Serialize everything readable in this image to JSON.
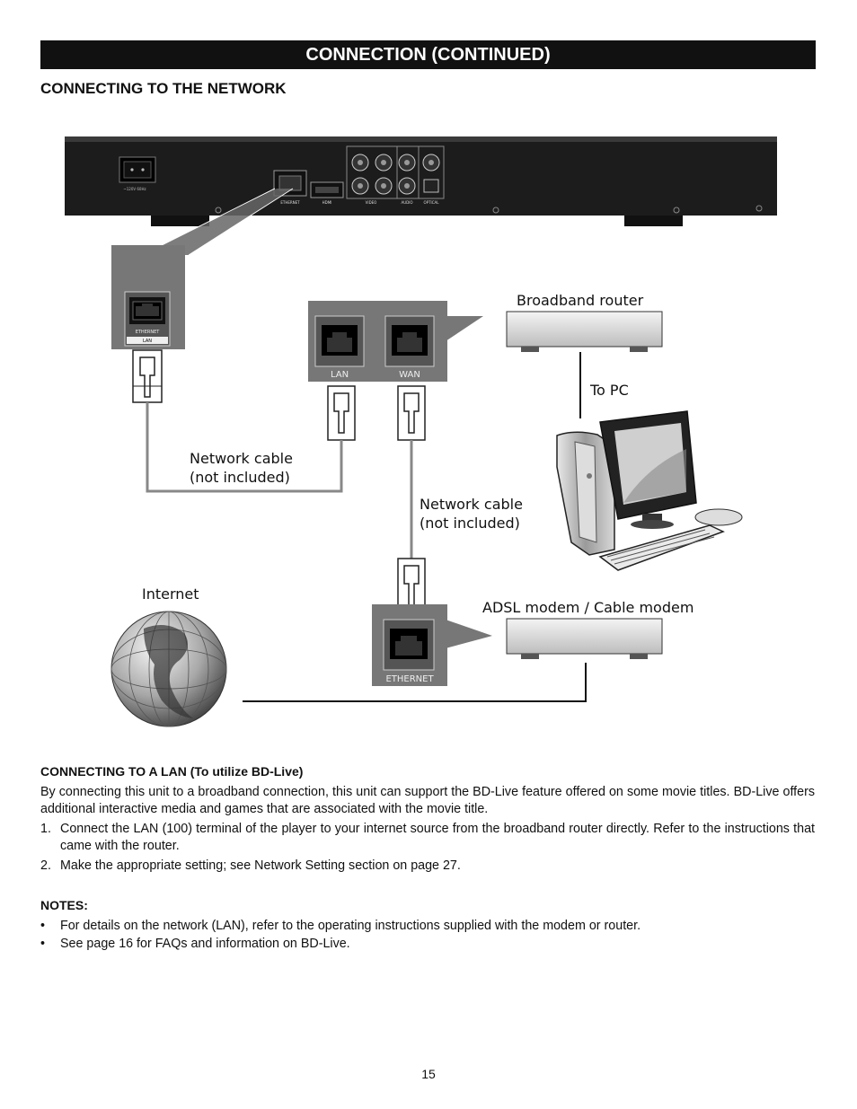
{
  "header": {
    "title": "CONNECTION (CONTINUED)"
  },
  "section": {
    "title": "CONNECTING TO THE NETWORK"
  },
  "diagram": {
    "player_ports": {
      "ethernet": "ETHERNET",
      "hdmi": "HDMI",
      "video": "VIDEO",
      "audio": "AUDIO",
      "optical": "OPTICAL",
      "power": "~120V 60Hz"
    },
    "player_zoom": {
      "port_label": "ETHERNET",
      "sub_label": "LAN"
    },
    "router_ports": {
      "lan": "LAN",
      "wan": "WAN"
    },
    "broadband_router": "Broadband router",
    "to_pc": "To PC",
    "network_cable_1": {
      "line1": "Network cable",
      "line2": "(not included)"
    },
    "network_cable_2": {
      "line1": "Network cable",
      "line2": "(not included)"
    },
    "internet": "Internet",
    "modem": "ADSL modem / Cable modem",
    "modem_port": "ETHERNET"
  },
  "content": {
    "subheading": "CONNECTING TO A LAN (To utilize BD-Live)",
    "intro": "By connecting this unit to a broadband connection, this unit can support the BD-Live feature offered on some movie titles. BD-Live offers additional interactive media and games that are associated with the movie title.",
    "steps": [
      {
        "num": "1.",
        "text": "Connect the LAN (100) terminal of the player to your internet source from the broadband router directly. Refer to the instructions that came with the router."
      },
      {
        "num": "2.",
        "text": "Make the appropriate setting; see Network Setting section on page 27."
      }
    ],
    "notes_heading": "NOTES:",
    "notes": [
      "For details on the network (LAN), refer to the operating instructions supplied with the modem or router.",
      "See page 16 for FAQs and information on BD-Live."
    ],
    "bullet": "•"
  },
  "page_number": "15"
}
